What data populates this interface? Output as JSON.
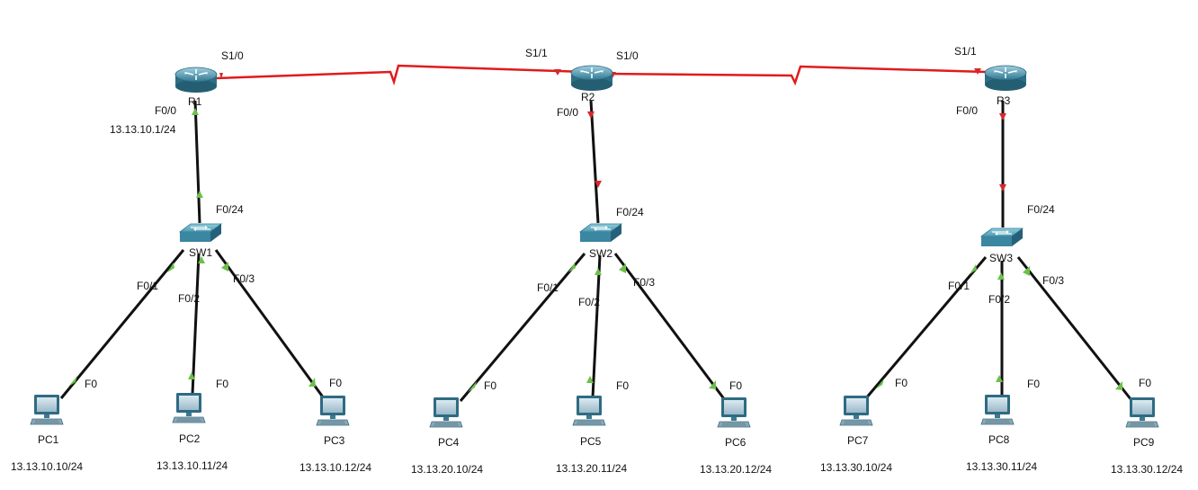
{
  "colors": {
    "serial_link": "#e01b1b",
    "ethernet_link": "#111111",
    "port_up": "#6cc04a",
    "port_down": "#d9262e",
    "device": "#3d8aa6"
  },
  "routers": [
    {
      "name": "R1",
      "icon": "router-icon",
      "ip": "13.13.10.1/24",
      "ports": {
        "serial_a": "S1/0",
        "lan": "F0/0"
      }
    },
    {
      "name": "R2",
      "icon": "router-icon",
      "ports": {
        "serial_a": "S1/1",
        "serial_b": "S1/0",
        "lan": "F0/0"
      }
    },
    {
      "name": "R3",
      "icon": "router-icon",
      "ports": {
        "serial_a": "S1/1",
        "lan": "F0/0"
      }
    }
  ],
  "switches": [
    {
      "name": "SW1",
      "icon": "switch-icon",
      "uplink": "F0/24",
      "ports": [
        "F0/1",
        "F0/2",
        "F0/3"
      ]
    },
    {
      "name": "SW2",
      "icon": "switch-icon",
      "uplink": "F0/24",
      "ports": [
        "F0/1",
        "F0/2",
        "F0/3"
      ]
    },
    {
      "name": "SW3",
      "icon": "switch-icon",
      "uplink": "F0/24",
      "ports": [
        "F0/1",
        "F0/2",
        "F0/3"
      ]
    }
  ],
  "pcs": [
    {
      "name": "PC1",
      "port": "F0",
      "ip": "13.13.10.10/24"
    },
    {
      "name": "PC2",
      "port": "F0",
      "ip": "13.13.10.11/24"
    },
    {
      "name": "PC3",
      "port": "F0",
      "ip": "13.13.10.12/24"
    },
    {
      "name": "PC4",
      "port": "F0",
      "ip": "13.13.20.10/24"
    },
    {
      "name": "PC5",
      "port": "F0",
      "ip": "13.13.20.11/24"
    },
    {
      "name": "PC6",
      "port": "F0",
      "ip": "13.13.20.12/24"
    },
    {
      "name": "PC7",
      "port": "F0",
      "ip": "13.13.30.10/24"
    },
    {
      "name": "PC8",
      "port": "F0",
      "ip": "13.13.30.11/24"
    },
    {
      "name": "PC9",
      "port": "F0",
      "ip": "13.13.30.12/24"
    }
  ]
}
